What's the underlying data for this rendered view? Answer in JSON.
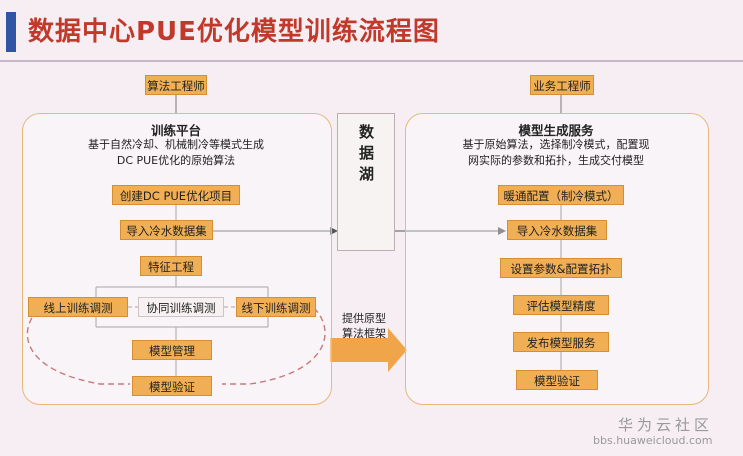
{
  "title": "数据中心PUE优化模型训练流程图",
  "left": {
    "role": "算法工程师",
    "platform": "训练平台",
    "desc_line1": "基于自然冷却、机械制冷等模式生成",
    "desc_line2": "DC PUE优化的原始算法",
    "steps": {
      "create": "创建DC PUE优化项目",
      "import": "导入冷水数据集",
      "feature": "特征工程",
      "online": "线上训练调测",
      "collab": "协同训练调测",
      "offline": "线下训练调测",
      "manage": "模型管理",
      "verify": "模型验证"
    }
  },
  "datalake": "数据湖",
  "arrow_note": "提供原型算法框架",
  "right": {
    "role": "业务工程师",
    "service": "模型生成服务",
    "desc_line1": "基于原始算法，选择制冷模式，配置现",
    "desc_line2": "网实际的参数和拓扑，生成交付模型",
    "steps": {
      "hvac": "暖通配置（制冷模式）",
      "import": "导入冷水数据集",
      "params": "设置参数&配置拓扑",
      "evaluate": "评估模型精度",
      "publish": "发布模型服务",
      "verify": "模型验证"
    }
  },
  "watermark": {
    "brand": "华为云社区",
    "url": "bbs.huaweicloud.com"
  },
  "colors": {
    "box_fill": "#f0ae55",
    "title_red": "#c0392b",
    "accent_blue": "#2f55a4",
    "panel_border": "#e7b97a"
  }
}
